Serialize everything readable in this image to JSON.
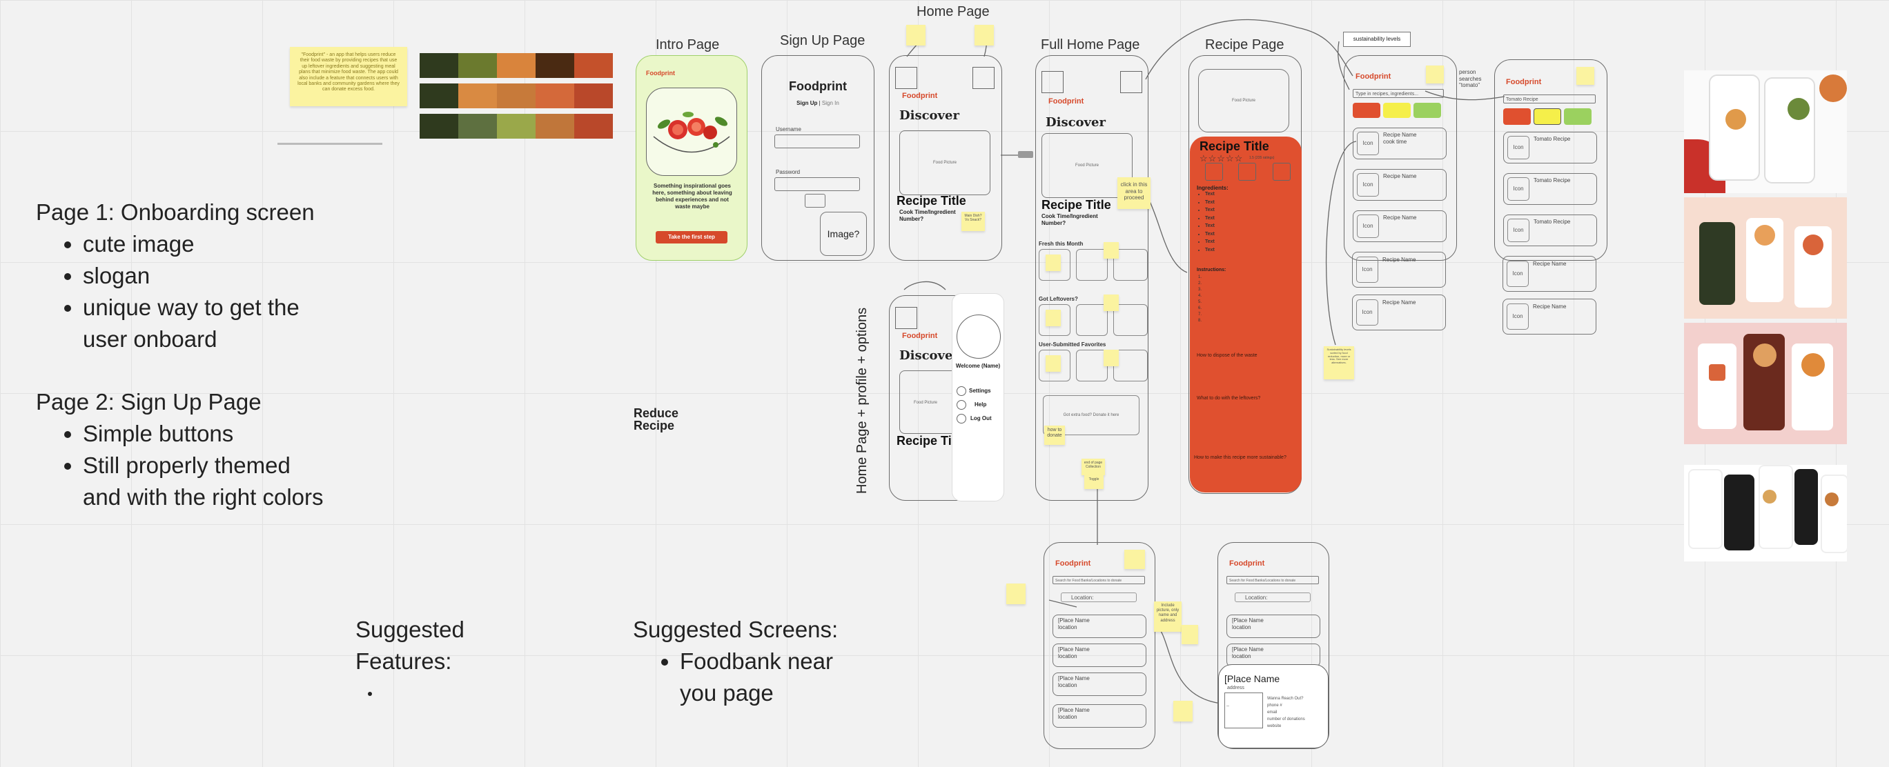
{
  "notes": {
    "page1_title": "Page 1: Onboarding screen",
    "page1_items": [
      "cute image",
      "slogan",
      "unique way to get the user onboard"
    ],
    "page2_title": "Page 2: Sign Up Page",
    "page2_items": [
      "Simple buttons",
      "Still properly themed and with the right colors"
    ],
    "features_title": "Suggested Features:",
    "features_items": [
      ""
    ],
    "screens_title": "Suggested Screens:",
    "screens_items": [
      "Foodbank near you page"
    ],
    "reduce_recipe": "Reduce Recipe"
  },
  "intro_sticky": "\"Foodprint\" - an app that helps users reduce their food waste by providing recipes that use up leftover ingredients and suggesting meal plans that minimize food waste. The app could also include a feature that connects users with local banks and community gardens where they can donate excess food.",
  "palette": {
    "row1": [
      "#2f3a1e",
      "#6b7a2e",
      "#d9843c",
      "#4a2a12",
      "#c4512b"
    ],
    "row2": [
      "#2f3a1e",
      "#d98a42",
      "#c77a3a",
      "#d4693a",
      "#b9482a"
    ],
    "row3": [
      "#2f3a1e",
      "#5e7040",
      "#9aa84a",
      "#c0763a",
      "#b9482a"
    ]
  },
  "colors": {
    "brand": "#d6492b",
    "recipe_bg": "#e0502f",
    "intro_bg": "#eaf7c9",
    "sticky": "#fbf3a0"
  },
  "frames": {
    "intro": "Intro Page",
    "signup": "Sign Up Page",
    "home": "Home Page",
    "full_home": "Full Home Page",
    "recipe": "Recipe Page",
    "home_profile": "Home Page + profile + options"
  },
  "intro_screen": {
    "brand": "Foodprint",
    "text": "Something inspirational goes here, something about leaving behind experiences and not waste maybe",
    "button": "Take the first step"
  },
  "signup_screen": {
    "brand": "Foodprint",
    "signup_link": "Sign Up",
    "signin_link": "Sign In",
    "username_label": "Username",
    "password_label": "Password",
    "image_label": "Image?"
  },
  "home_screen": {
    "brand": "Foodprint",
    "discover": "Discover",
    "food_picture": "Food Picture",
    "recipe_title": "Recipe Title",
    "cook_time": "Cook Time/Ingredient Number?",
    "sticky_note": "Main Dish? Vs Snack?"
  },
  "profile_screen": {
    "brand": "Foodprint",
    "discover": "Discover",
    "food_picture": "Food Picture",
    "recipe_title": "Recipe Tit",
    "welcome": "Welcome (Name)",
    "menu": [
      "Settings",
      "Help",
      "Log Out"
    ]
  },
  "full_home_screen": {
    "brand": "Foodprint",
    "discover": "Discover",
    "food_picture": "Food Picture",
    "recipe_title": "Recipe Title",
    "cook_time": "Cook Time/Ingredient Number?",
    "click_note": "click in this area to proceed",
    "sections": [
      "Fresh this Month",
      "Got Leftovers?",
      "User-Submitted Favorites"
    ],
    "donate_box": "Got extra food? Donate it here",
    "donate_note": "how to donate",
    "end_note": "end of page Collection",
    "toggle_note": "Toggle"
  },
  "recipe_screen": {
    "food_picture": "Food Picture",
    "title": "Recipe Title",
    "rating_label": "1.5 (235 ratings)",
    "ingredients_label": "Ingredients:",
    "ingredients": [
      "Text",
      "Text",
      "Text",
      "Text",
      "Text",
      "Text",
      "Text",
      "Text"
    ],
    "instructions_label": "Instructions:",
    "instructions": [
      "1.",
      "2.",
      "3.",
      "4.",
      "5.",
      "6.",
      "7.",
      "8."
    ],
    "q1": "How to dispose of the waste",
    "q2": "What to do with the leftovers?",
    "q3": "How to make this recipe more sustainable?"
  },
  "search_screen": {
    "label": "sustainability levels",
    "brand": "Foodprint",
    "placeholder": "Type in recipes, ingredients...",
    "items": [
      {
        "icon": "Icon",
        "name": "Recipe Name",
        "sub": "cook time"
      },
      {
        "icon": "Icon",
        "name": "Recipe Name",
        "sub": ""
      },
      {
        "icon": "Icon",
        "name": "Recipe Name",
        "sub": ""
      },
      {
        "icon": "Icon",
        "name": "Recipe Name",
        "sub": ""
      },
      {
        "icon": "Icon",
        "name": "Recipe Name",
        "sub": ""
      }
    ],
    "note": "Sustainability levels sorted by food reduction, more or less. See more alternatives."
  },
  "tomato_screen": {
    "person_note": "person searches \"tomato\"",
    "brand": "Foodprint",
    "query": "Tomato Recipe",
    "items": [
      {
        "icon": "Icon",
        "name": "Tomato Recipe"
      },
      {
        "icon": "Icon",
        "name": "Tomato Recipe"
      },
      {
        "icon": "Icon",
        "name": "Tomato Recipe"
      },
      {
        "icon": "Icon",
        "name": "Recipe Name"
      },
      {
        "icon": "Icon",
        "name": "Recipe Name"
      }
    ]
  },
  "foodbank1": {
    "brand": "Foodprint",
    "search": "Search for Food Banks/Locations to donate",
    "location": "Location:",
    "items": [
      {
        "name": "[Place Name",
        "sub": "location"
      },
      {
        "name": "[Place Name",
        "sub": "location"
      },
      {
        "name": "[Place Name",
        "sub": "location"
      },
      {
        "name": "[Place Name",
        "sub": "location"
      }
    ],
    "note": "Include picture, only name and address"
  },
  "foodbank2": {
    "brand": "Foodprint",
    "search": "Search for Food Banks/Locations to donate",
    "location": "Location:",
    "items": [
      {
        "name": "[Place Name",
        "sub": "location"
      },
      {
        "name": "[Place Name",
        "sub": "location"
      }
    ],
    "detail_name": "[Place Name",
    "detail_address": "address",
    "detail_info": [
      "Wanna Reach Out?",
      "phone #",
      "email",
      "number of donations",
      "website"
    ],
    "detail_map": "--"
  }
}
